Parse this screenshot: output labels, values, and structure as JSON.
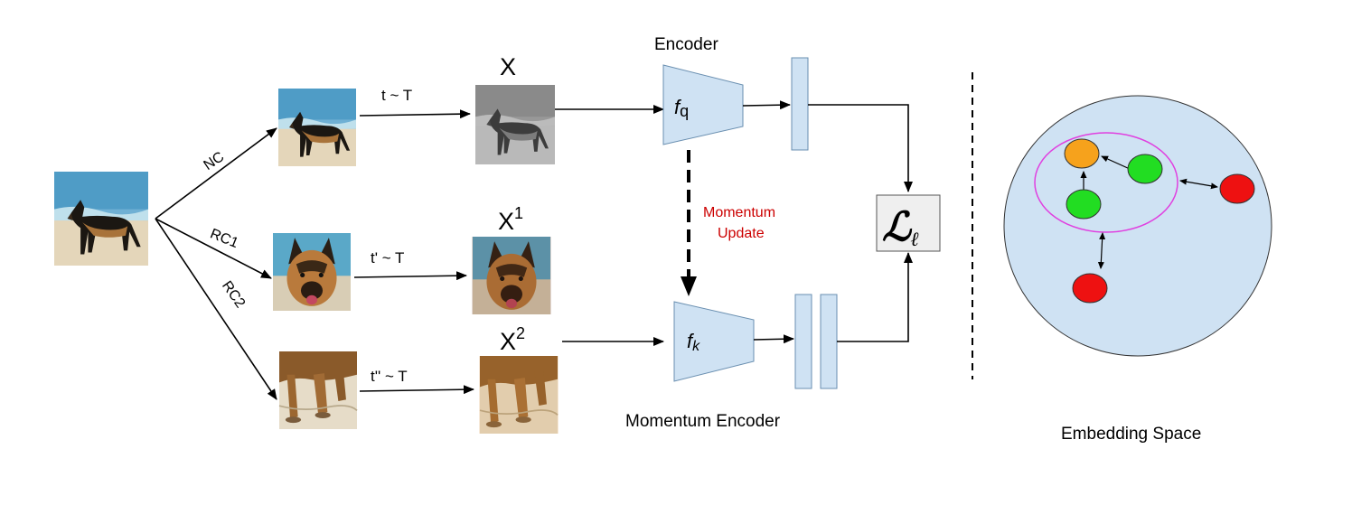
{
  "branches": {
    "nc": "NC",
    "rc1": "RC1",
    "rc2": "RC2"
  },
  "transforms": {
    "t1": "t ~ T",
    "t2": "t' ~ T",
    "t3": "t'' ~ T"
  },
  "views": {
    "x": "X",
    "x1_base": "X",
    "x1_sup": "1",
    "x2_base": "X",
    "x2_sup": "2"
  },
  "encoder": {
    "title": "Encoder",
    "symbol_base": "f",
    "symbol_sub": "q"
  },
  "momentum_encoder": {
    "title": "Momentum Encoder",
    "symbol_base": "f",
    "symbol_sub": "k"
  },
  "momentum_update": {
    "line1": "Momentum",
    "line2": "Update"
  },
  "loss": {
    "symbol": "ℒ",
    "sub": "ℓ"
  },
  "embedding_space": {
    "title": "Embedding Space"
  },
  "colors": {
    "encoder_fill": "#cfe2f3",
    "embedding_fill": "#cfe2f3",
    "loss_fill": "#efefef",
    "momentum_text": "#cc0000",
    "cluster_outline": "#e040e0",
    "anchor": "#f6a21c",
    "positive": "#22dd22",
    "negative": "#ee1111",
    "sky": "#7fb6d6",
    "sea": "#4a9cc2",
    "sand": "#e6d8bd"
  },
  "icons": {
    "original_image": "dog-photo-icon",
    "view_images": "dog-crop-icon"
  }
}
